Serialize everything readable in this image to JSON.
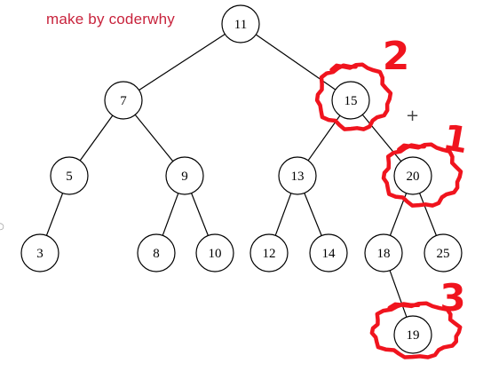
{
  "watermark": "make by coderwhy",
  "colors": {
    "node_stroke": "#000000",
    "edge": "#000000",
    "annotation": "#f0141e",
    "watermark": "#c8233c"
  },
  "tree": {
    "nodes": [
      {
        "id": "n11",
        "label": "11"
      },
      {
        "id": "n7",
        "label": "7"
      },
      {
        "id": "n15",
        "label": "15"
      },
      {
        "id": "n5",
        "label": "5"
      },
      {
        "id": "n9",
        "label": "9"
      },
      {
        "id": "n13",
        "label": "13"
      },
      {
        "id": "n20",
        "label": "20"
      },
      {
        "id": "n3",
        "label": "3"
      },
      {
        "id": "n8",
        "label": "8"
      },
      {
        "id": "n10",
        "label": "10"
      },
      {
        "id": "n12",
        "label": "12"
      },
      {
        "id": "n14",
        "label": "14"
      },
      {
        "id": "n18",
        "label": "18"
      },
      {
        "id": "n25",
        "label": "25"
      },
      {
        "id": "n19",
        "label": "19"
      }
    ],
    "edges": [
      [
        "n11",
        "n7"
      ],
      [
        "n11",
        "n15"
      ],
      [
        "n7",
        "n5"
      ],
      [
        "n7",
        "n9"
      ],
      [
        "n15",
        "n13"
      ],
      [
        "n15",
        "n20"
      ],
      [
        "n5",
        "n3"
      ],
      [
        "n9",
        "n8"
      ],
      [
        "n9",
        "n10"
      ],
      [
        "n13",
        "n12"
      ],
      [
        "n13",
        "n14"
      ],
      [
        "n20",
        "n18"
      ],
      [
        "n20",
        "n25"
      ],
      [
        "n18",
        "n19"
      ]
    ]
  },
  "annotations": [
    {
      "id": "a1",
      "label": "1",
      "target": "n20"
    },
    {
      "id": "a2",
      "label": "2",
      "target": "n15"
    },
    {
      "id": "a3",
      "label": "3",
      "target": "n19"
    }
  ],
  "marks": {
    "plus": "+",
    "dot": "○"
  }
}
